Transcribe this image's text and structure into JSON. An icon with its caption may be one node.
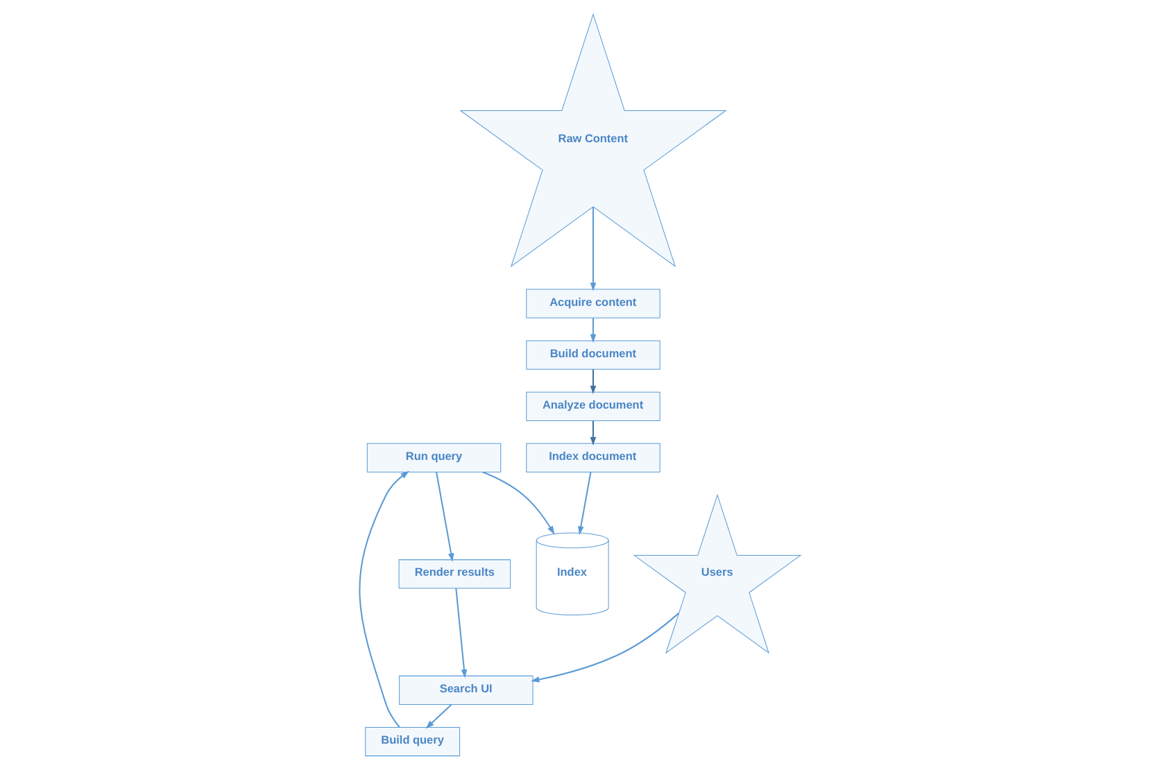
{
  "diagram": {
    "nodes": [
      {
        "text": [
          "Index document"
        ]
      },
      {
        "text": [
          "Analyze document"
        ]
      },
      {
        "text": [
          "Build document"
        ]
      },
      {
        "text": [
          "Acquire content"
        ]
      },
      {
        "text": [
          "Raw Content"
        ]
      },
      {
        "text": [
          "Index"
        ]
      },
      {
        "text": [
          "Users"
        ]
      },
      {
        "text": [
          "Search UI"
        ]
      },
      {
        "text": [
          "Build query"
        ]
      },
      {
        "text": [
          "Render results"
        ]
      },
      {
        "text": [
          "Run query"
        ]
      }
    ],
    "edges": [
      {
        "from": 1,
        "to": 0,
        "arrow": "to",
        "color": "#44729e"
      },
      {
        "from": 2,
        "to": 1,
        "arrow": "to",
        "color": "#44729e"
      },
      {
        "from": 3,
        "to": 2,
        "arrow": "to"
      },
      {
        "from": 4,
        "to": 3,
        "arrow": "to"
      },
      {
        "from": 0,
        "to": 5,
        "arrow": "to"
      },
      {
        "from": 6,
        "to": 7,
        "arrow": "to"
      },
      {
        "from": 7,
        "to": 8,
        "arrow": "to"
      },
      {
        "from": 9,
        "to": 7,
        "arrow": "to"
      },
      {
        "from": 8,
        "to": 10,
        "arrow": "to"
      },
      {
        "from": 10,
        "to": 9,
        "arrow": "to"
      },
      {
        "from": 10,
        "to": 5,
        "arrow": "to"
      }
    ]
  }
}
